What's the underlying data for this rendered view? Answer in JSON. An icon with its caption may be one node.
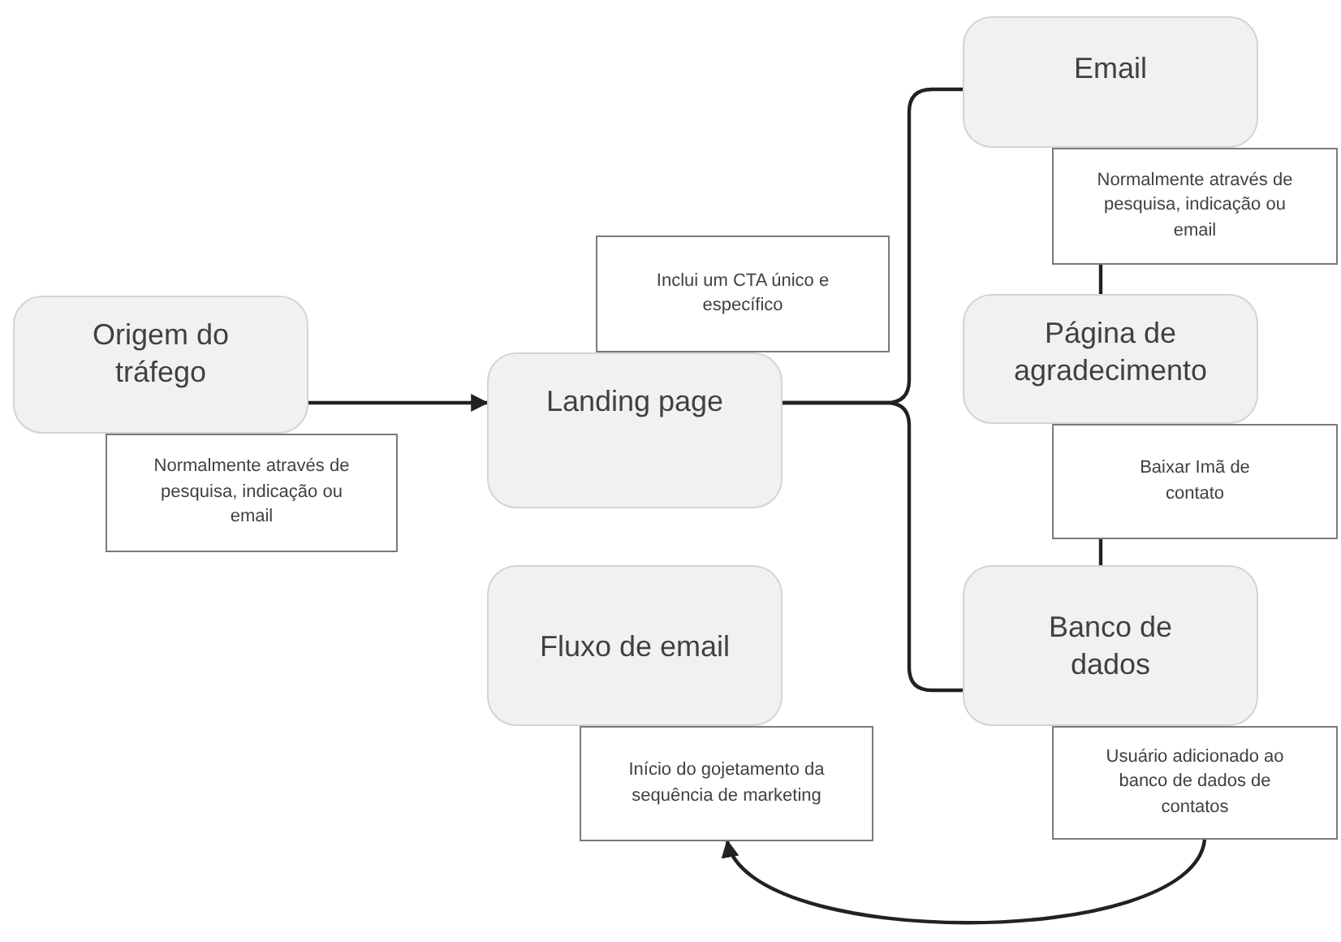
{
  "diagram": {
    "nodes": [
      {
        "text": [
          "Origem do tráfego"
        ]
      },
      {
        "text": [
          "Normalmente através de pesquisa, indicação ou email"
        ]
      },
      {
        "text": [
          "Landing page"
        ]
      },
      {
        "text": [
          "Inclui um CTA único e específico"
        ]
      },
      {
        "text": [
          "Email"
        ]
      },
      {
        "text": [
          "Normalmente através de pesquisa, indicação ou email"
        ]
      },
      {
        "text": [
          "Página de agradecimento"
        ]
      },
      {
        "text": [
          "Baixar Imã de contato"
        ]
      },
      {
        "text": [
          "Banco de dados"
        ]
      },
      {
        "text": [
          "Usuário adicionado ao banco de dados de contatos"
        ]
      },
      {
        "text": [
          "Fluxo de email"
        ]
      },
      {
        "text": [
          "Início do gojetamento da sequência de marketing"
        ]
      }
    ],
    "edges": [
      {
        "from": 0,
        "to": 2,
        "arrow": "to"
      },
      {
        "from": 2,
        "to": 4,
        "arrow": "none"
      },
      {
        "from": 2,
        "to": 8,
        "arrow": "none"
      },
      {
        "from": 5,
        "to": 6,
        "arrow": "none"
      },
      {
        "from": 7,
        "to": 8,
        "arrow": "none"
      },
      {
        "from": 9,
        "to": 11,
        "arrow": "to"
      }
    ]
  }
}
